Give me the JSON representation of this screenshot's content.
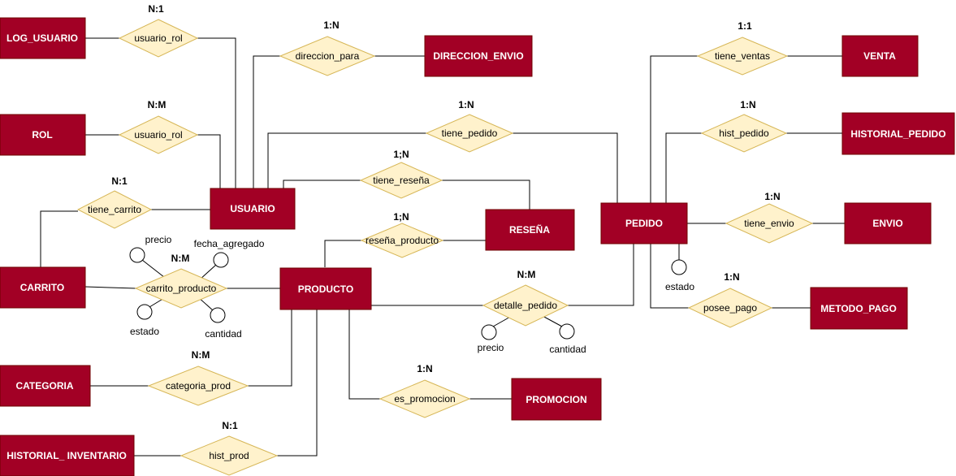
{
  "entities": {
    "log_usuario": "LOG_USUARIO",
    "rol": "ROL",
    "carrito": "CARRITO",
    "categoria": "CATEGORIA",
    "historial_inventario": "HISTORIAL_ INVENTARIO",
    "usuario": "USUARIO",
    "producto": "PRODUCTO",
    "direccion_envio": "DIRECCION_ENVIO",
    "resena": "RESEÑA",
    "promocion": "PROMOCION",
    "pedido": "PEDIDO",
    "venta": "VENTA",
    "historial_pedido": "HISTORIAL_PEDIDO",
    "envio": "ENVIO",
    "metodo_pago": "METODO_PAGO"
  },
  "relationships": {
    "usuario_rol_log": "usuario_rol",
    "usuario_rol": "usuario_rol",
    "tiene_carrito": "tiene_carrito",
    "carrito_producto": "carrito_producto",
    "categoria_prod": "categoria_prod",
    "hist_prod": "hist_prod",
    "direccion_para": "direccion_para",
    "tiene_pedido": "tiene_pedido",
    "tiene_resena": "tiene_reseña",
    "resena_producto": "reseña_producto",
    "detalle_pedido": "detalle_pedido",
    "es_promocion": "es_promocion",
    "tiene_ventas": "tiene_ventas",
    "hist_pedido": "hist_pedido",
    "tiene_envio": "tiene_envio",
    "posee_pago": "posee_pago"
  },
  "cardinalities": {
    "usuario_rol_log": "N:1",
    "usuario_rol": "N:M",
    "tiene_carrito": "N:1",
    "carrito_producto": "N:M",
    "categoria_prod": "N:M",
    "hist_prod": "N:1",
    "direccion_para": "1:N",
    "tiene_pedido": "1:N",
    "tiene_resena": "1;N",
    "resena_producto": "1;N",
    "detalle_pedido": "N:M",
    "es_promocion": "1:N",
    "tiene_ventas": "1:1",
    "hist_pedido": "1:N",
    "tiene_envio": "1:N",
    "posee_pago": "1:N"
  },
  "attributes": {
    "cp_precio": "precio",
    "cp_fecha_agregado": "fecha_agregado",
    "cp_estado": "estado",
    "cp_cantidad": "cantidad",
    "dp_precio": "precio",
    "dp_cantidad": "cantidad",
    "pedido_estado": "estado"
  },
  "colors": {
    "entity_fill": "#a20025",
    "relationship_fill": "#fff2cc",
    "relationship_stroke": "#d6b656"
  }
}
